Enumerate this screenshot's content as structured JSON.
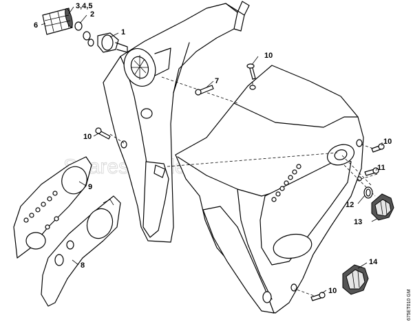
{
  "diagram": {
    "drawing_code": "675ET010 GM",
    "watermark": "SparesGarden.com",
    "part_labels": {
      "p1": "1",
      "p2": "2",
      "p345": "3,4,5",
      "p6": "6",
      "p7": "7",
      "p8": "8",
      "p9": "9",
      "p10a": "10",
      "p10b": "10",
      "p10c": "10",
      "p10d": "10",
      "p11": "11",
      "p12": "12",
      "p13": "13",
      "p14": "14"
    }
  }
}
